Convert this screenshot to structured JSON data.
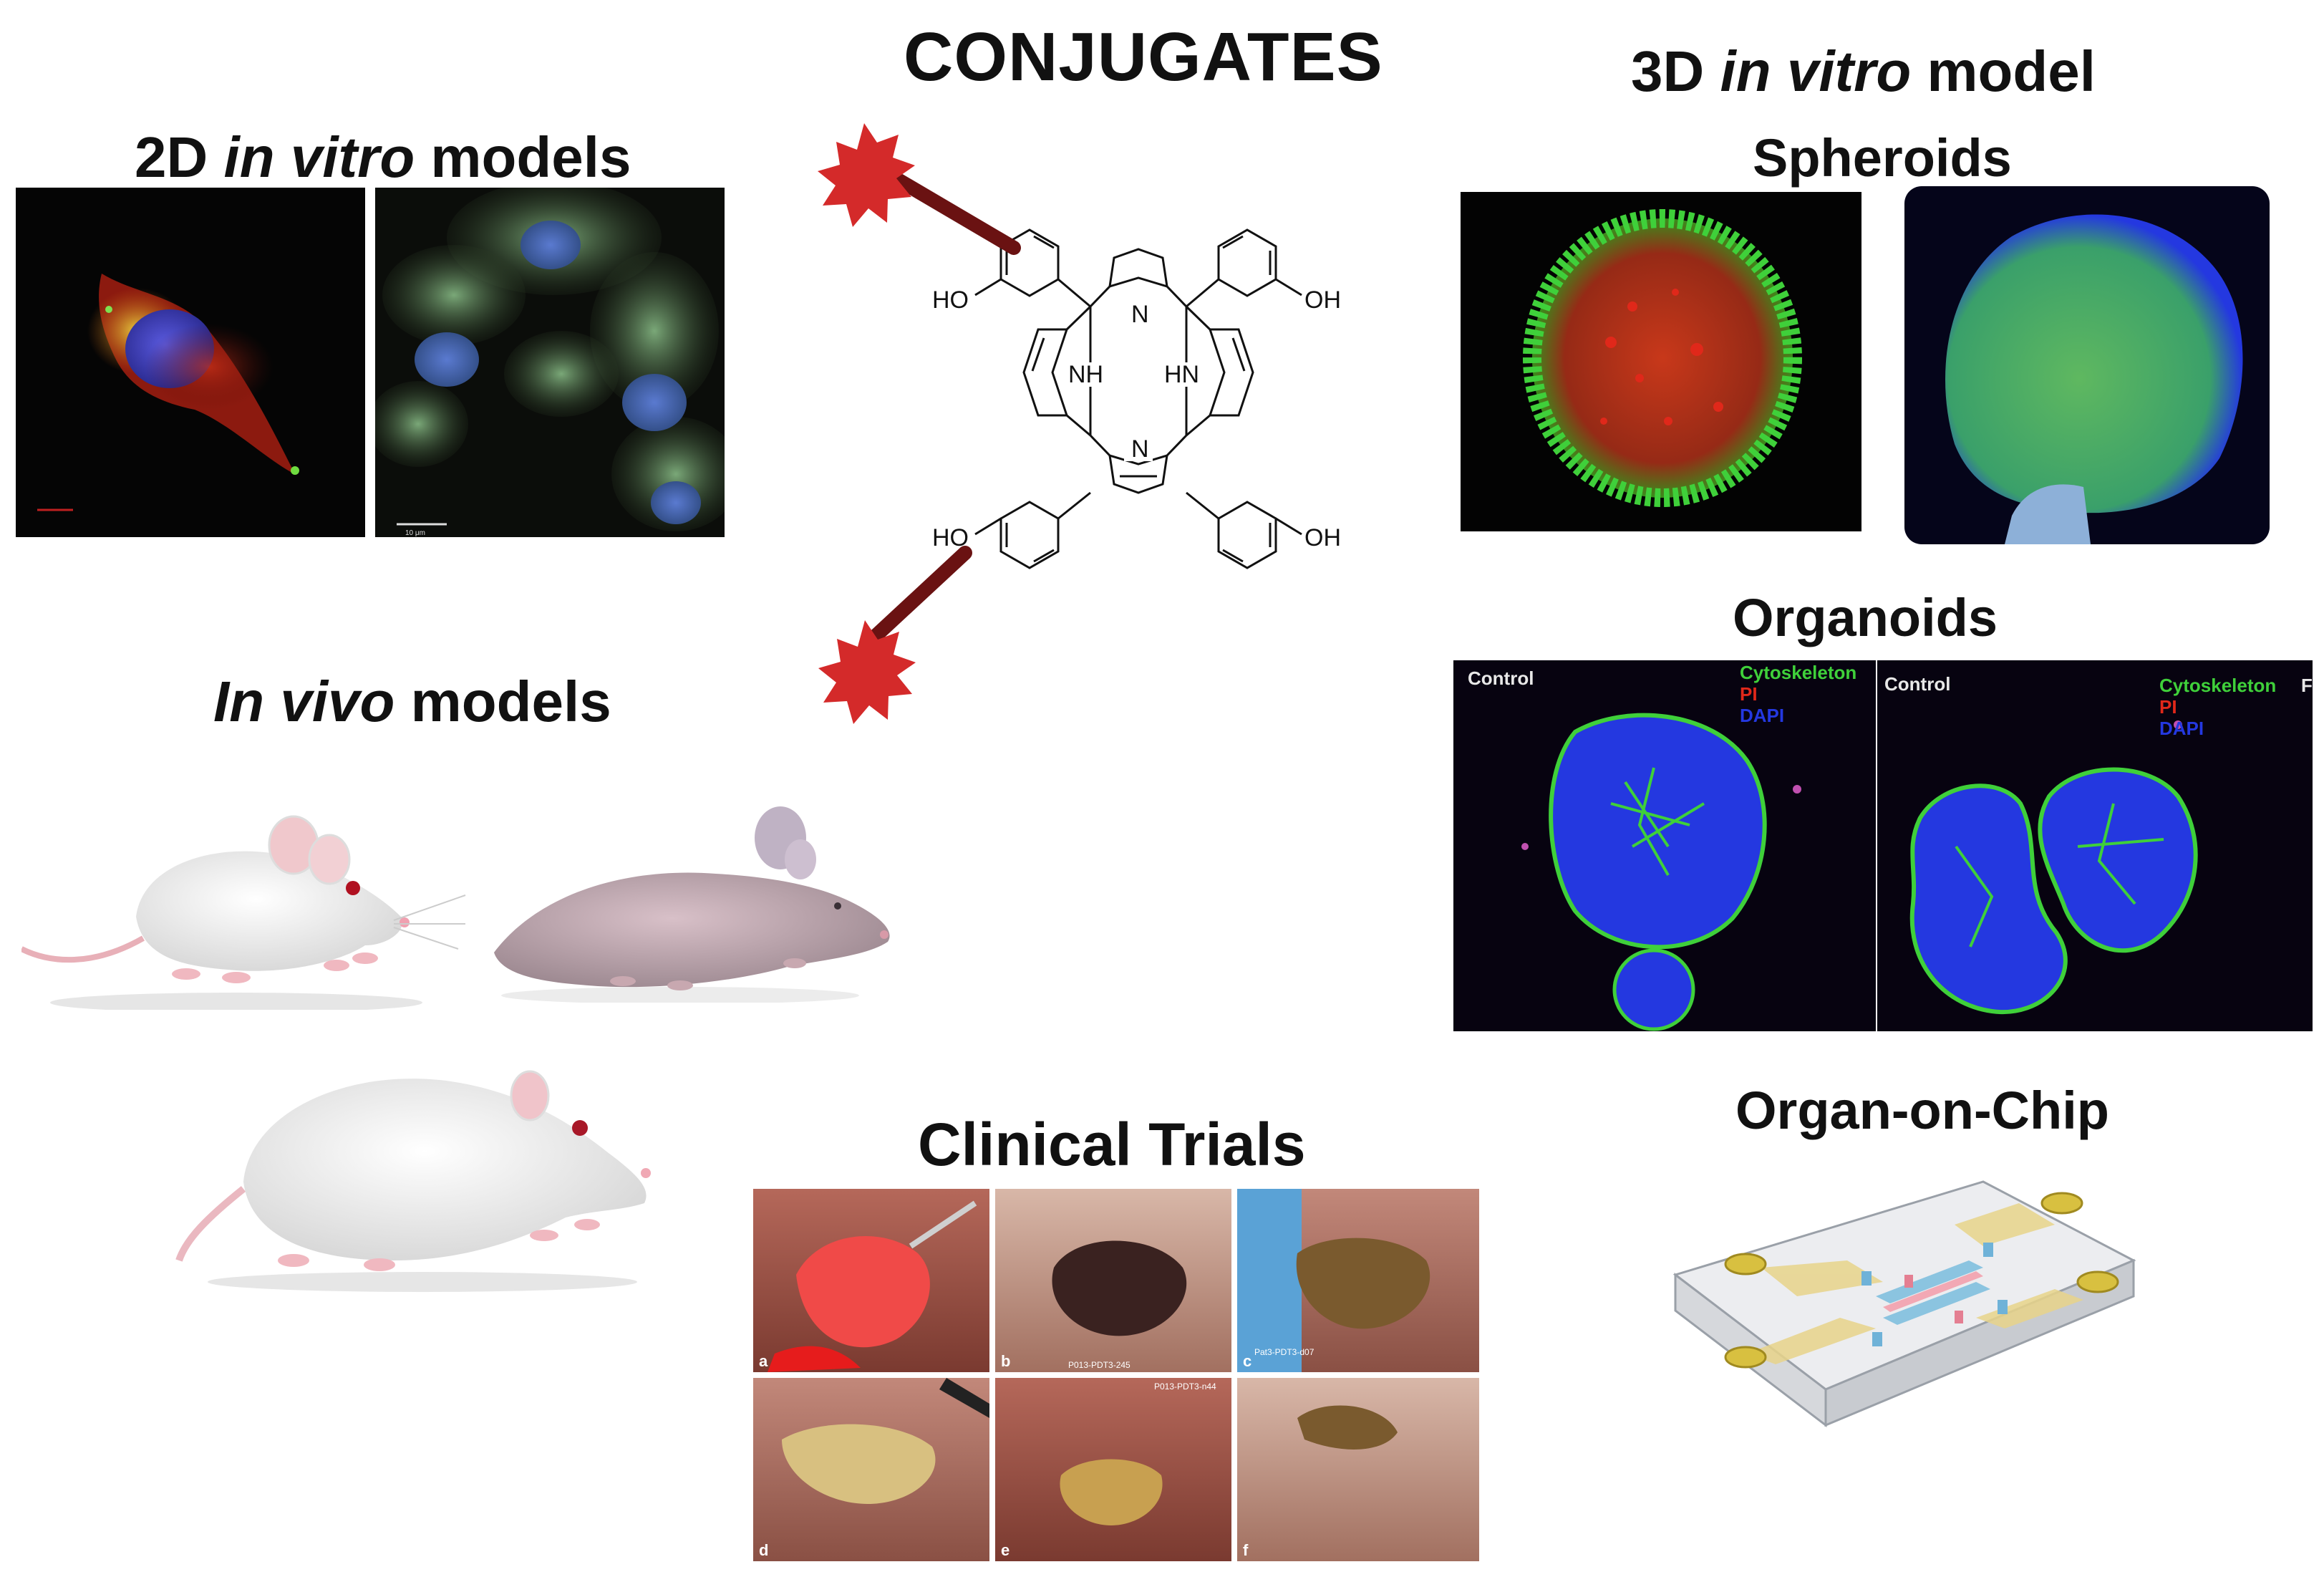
{
  "title": "CONJUGATES",
  "sections": {
    "in_vitro_2d": {
      "pre": "2D",
      "italic": "in vitro",
      "post": "models"
    },
    "in_vitro_3d": {
      "pre": "3D",
      "italic": "in vitro",
      "post": "model"
    },
    "spheroids": "Spheroids",
    "in_vivo": {
      "italic": "In vivo",
      "post": "models"
    },
    "organoids": "Organoids",
    "organ_on_chip": "Organ-on-Chip",
    "clinical_trials": "Clinical Trials"
  },
  "molecule": {
    "hydroxyls": [
      "HO",
      "OH",
      "HO",
      "OH"
    ],
    "nitrogens": [
      "N",
      "NH",
      "HN",
      "N"
    ],
    "conjugate_color": "#d42a2a",
    "linker_color": "#6a1212"
  },
  "organoid_panels": [
    {
      "condition": "Control",
      "legend": [
        "Cytoskeleton",
        "PI",
        "DAPI"
      ]
    },
    {
      "condition": "Control",
      "legend": [
        "Cytoskeleton",
        "PI",
        "DAPI"
      ],
      "edge_letter": "F"
    }
  ],
  "micrograph": {
    "scale_bar": "10 μm"
  },
  "clinical_panels": [
    "a",
    "b",
    "c",
    "d",
    "e",
    "f"
  ],
  "clinical_captions": [
    "P013-PDT3-245",
    "Pat3-PDT3-d07",
    "P013-PDT3-n44"
  ],
  "colors": {
    "stain_green": "#3fd03a",
    "stain_red": "#e0281a",
    "stain_blue": "#2438e0",
    "text_dark": "#111111"
  }
}
